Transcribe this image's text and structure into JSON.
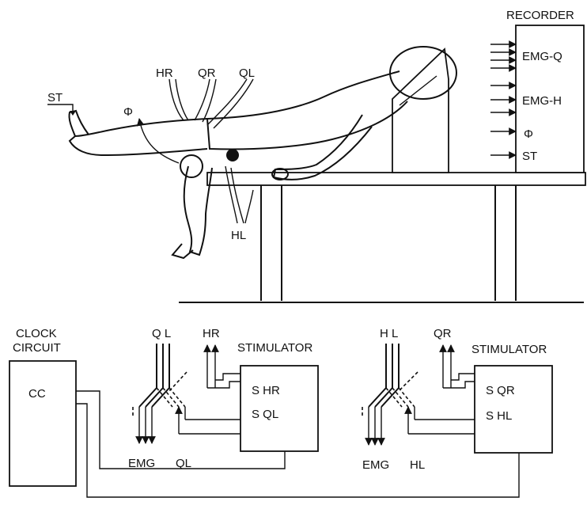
{
  "figure": {
    "recorder": {
      "title": "RECORDER",
      "channels": [
        "EMG-Q",
        "EMG-H",
        "Φ",
        "ST"
      ]
    },
    "subject_labels": {
      "st": "ST",
      "phi": "Φ",
      "hr": "HR",
      "qr": "QR",
      "ql": "QL",
      "hl": "HL"
    },
    "clock": {
      "title_line1": "CLOCK",
      "title_line2": "CIRCUIT",
      "label": "CC"
    },
    "stimulator_left": {
      "title": "STIMULATOR",
      "row1": "S  HR",
      "row2": "S  QL",
      "top_left": "Q L",
      "top_right": "HR",
      "bottom_left": "EMG",
      "bottom_right": "QL"
    },
    "stimulator_right": {
      "title": "STIMULATOR",
      "row1": "S  QR",
      "row2": "S  HL",
      "top_left": "H L",
      "top_right": "QR",
      "bottom_left": "EMG",
      "bottom_right": "HL"
    }
  }
}
